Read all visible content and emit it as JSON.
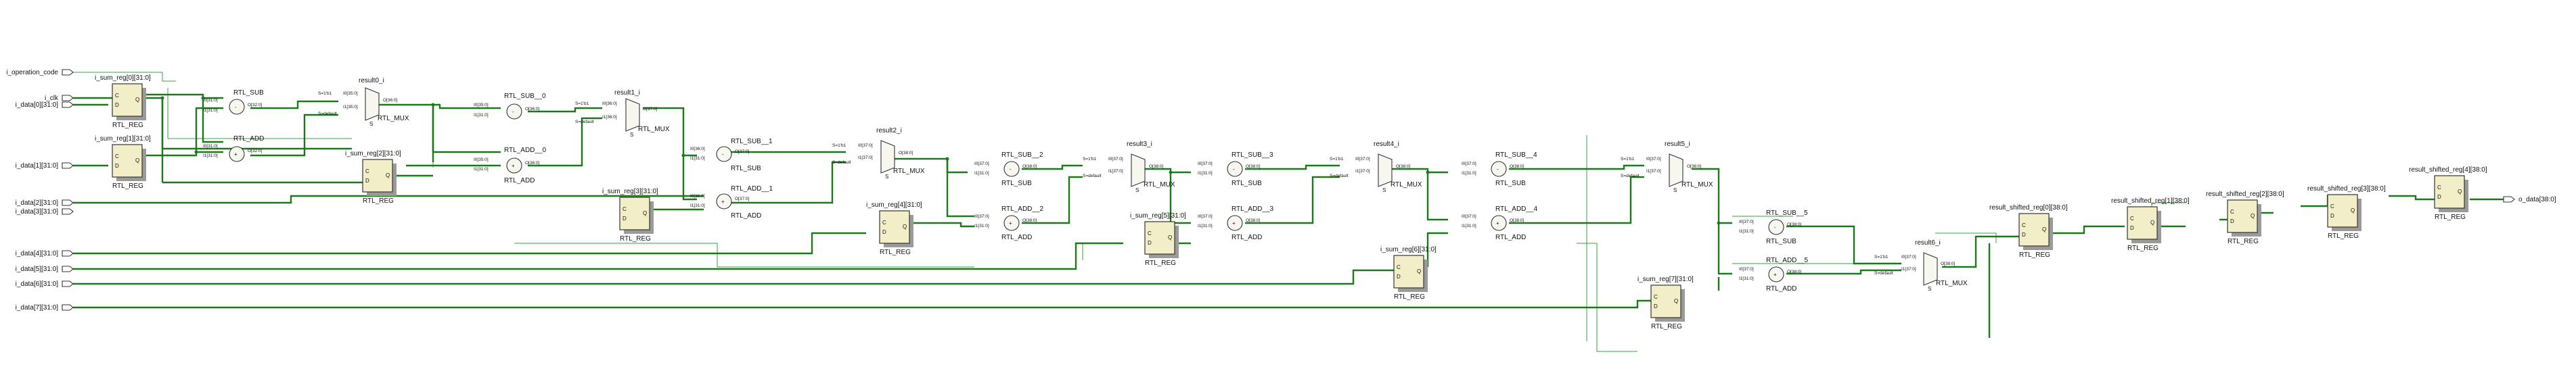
{
  "inputs": {
    "i_operation_code": "i_operation_code",
    "i_clk": "i_clk",
    "i_data0": "i_data[0][31:0]",
    "i_data1": "i_data[1][31:0]",
    "i_data2": "i_data[2][31:0]",
    "i_data3": "i_data[3][31:0]",
    "i_data4": "i_data[4][31:0]",
    "i_data5": "i_data[5][31:0]",
    "i_data6": "i_data[6][31:0]",
    "i_data7": "i_data[7][31:0]"
  },
  "output": {
    "o_data": "o_data[38:0]"
  },
  "regs": {
    "sum0": "i_sum_reg[0][31:0]",
    "sum1": "i_sum_reg[1][31:0]",
    "sum2": "i_sum_reg[2][31:0]",
    "sum3": "i_sum_reg[3][31:0]",
    "sum4": "i_sum_reg[4][31:0]",
    "sum5": "i_sum_reg[5][31:0]",
    "sum6": "i_sum_reg[6][31:0]",
    "sum7": "i_sum_reg[7][31:0]",
    "rs0": "result_shifted_reg[0][38:0]",
    "rs1": "result_shifted_reg[1][38:0]",
    "rs2": "result_shifted_reg[2][38:0]",
    "rs3": "result_shifted_reg[3][38:0]",
    "rs4": "result_shifted_reg[4][38:0]"
  },
  "results": {
    "r0": "result0_i",
    "r1": "result1_i",
    "r2": "result2_i",
    "r3": "result3_i",
    "r4": "result4_i",
    "r5": "result5_i",
    "r6": "result6_i"
  },
  "ops": {
    "sub": "RTL_SUB",
    "sub0": "RTL_SUB__0",
    "sub1": "RTL_SUB__1",
    "sub2": "RTL_SUB__2",
    "sub3": "RTL_SUB__3",
    "sub4": "RTL_SUB__4",
    "sub5": "RTL_SUB__5",
    "add": "RTL_ADD",
    "add0": "RTL_ADD__0",
    "add1": "RTL_ADD__1",
    "add2": "RTL_ADD__2",
    "add3": "RTL_ADD__3",
    "add4": "RTL_ADD__4",
    "add5": "RTL_ADD__5"
  },
  "type_labels": {
    "reg": "RTL_REG",
    "mux": "RTL_MUX",
    "sub": "RTL_SUB",
    "add": "RTL_ADD"
  },
  "pins": {
    "c": "C",
    "d": "D",
    "q": "Q",
    "s": "S",
    "i0_31": "I0[31:0]",
    "i1_31": "I1[31:0]",
    "i0_35": "I0[35:0]",
    "i1_35": "I1[35:0]",
    "i0_36": "I0[36:0]",
    "i1_36": "I1[36:0]",
    "i0_37": "I0[37:0]",
    "i1_37": "I1[37:0]",
    "o32": "O[32:0]",
    "o36": "O[36:0]",
    "o37": "O[37:0]",
    "o38": "O[38:0]",
    "mux_s": "S=1'b1",
    "mux_default": "S=default",
    "plus": "+",
    "minus": "-"
  }
}
